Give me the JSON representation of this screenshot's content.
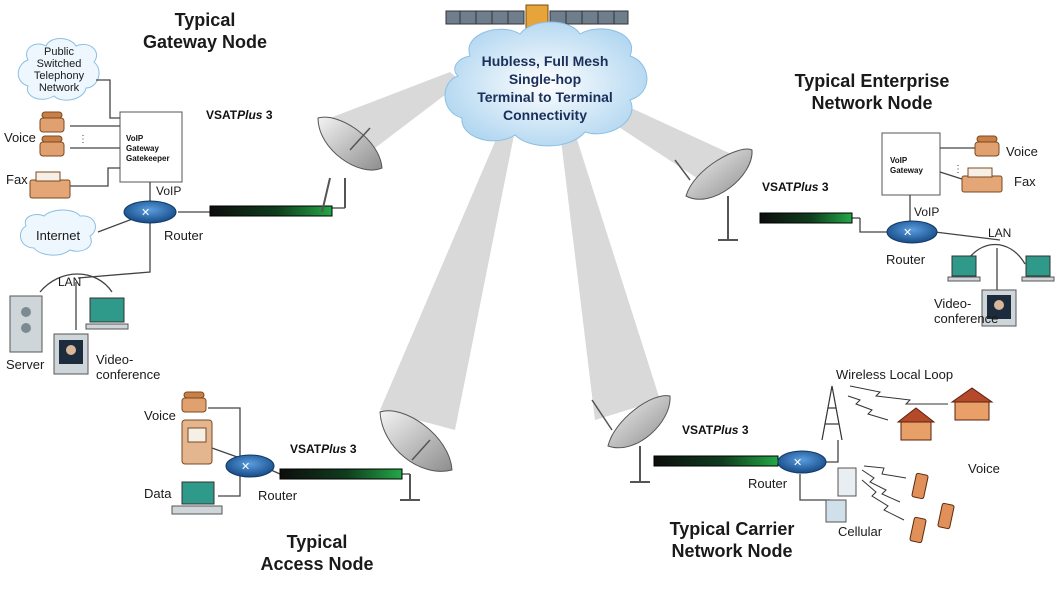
{
  "satellite": {
    "cloud_lines": [
      "Hubless, Full Mesh",
      "Single-hop",
      "Terminal to Terminal",
      "Connectivity"
    ]
  },
  "gateway": {
    "title_lines": [
      "Typical",
      "Gateway Node"
    ],
    "pstn_lines": [
      "Public",
      "Switched",
      "Telephony",
      "Network"
    ],
    "voice": "Voice",
    "fax": "Fax",
    "gw_box_lines": [
      "VoIP",
      "Gateway",
      "Gatekeeper"
    ],
    "voip": "VoIP",
    "internet": "Internet",
    "router": "Router",
    "lan": "LAN",
    "server": "Server",
    "video_lines": [
      "Video-",
      "conference"
    ],
    "vsat_name": "VSAT",
    "vsat_plus": "Plus",
    "vsat_num": "3"
  },
  "enterprise": {
    "title_lines": [
      "Typical Enterprise",
      "Network Node"
    ],
    "voice": "Voice",
    "fax": "Fax",
    "gw_box_lines": [
      "VoIP",
      "Gateway"
    ],
    "voip": "VoIP",
    "router": "Router",
    "lan": "LAN",
    "video_lines": [
      "Video-",
      "conference"
    ],
    "vsat_name": "VSAT",
    "vsat_plus": "Plus",
    "vsat_num": "3"
  },
  "access": {
    "title_lines": [
      "Typical",
      "Access Node"
    ],
    "voice": "Voice",
    "data": "Data",
    "router": "Router",
    "vsat_name": "VSAT",
    "vsat_plus": "Plus",
    "vsat_num": "3"
  },
  "carrier": {
    "title_lines": [
      "Typical Carrier",
      "Network Node"
    ],
    "wll": "Wireless Local Loop",
    "voice": "Voice",
    "cellular": "Cellular",
    "router": "Router",
    "vsat_name": "VSAT",
    "vsat_plus": "Plus",
    "vsat_num": "3"
  },
  "colors": {
    "beam": "#d7d7d7",
    "cloud": "#bcdcf2",
    "terminal_green": "#1e8a3a",
    "router_blue": "#1f5fa8",
    "phone_tan": "#e0a070"
  }
}
